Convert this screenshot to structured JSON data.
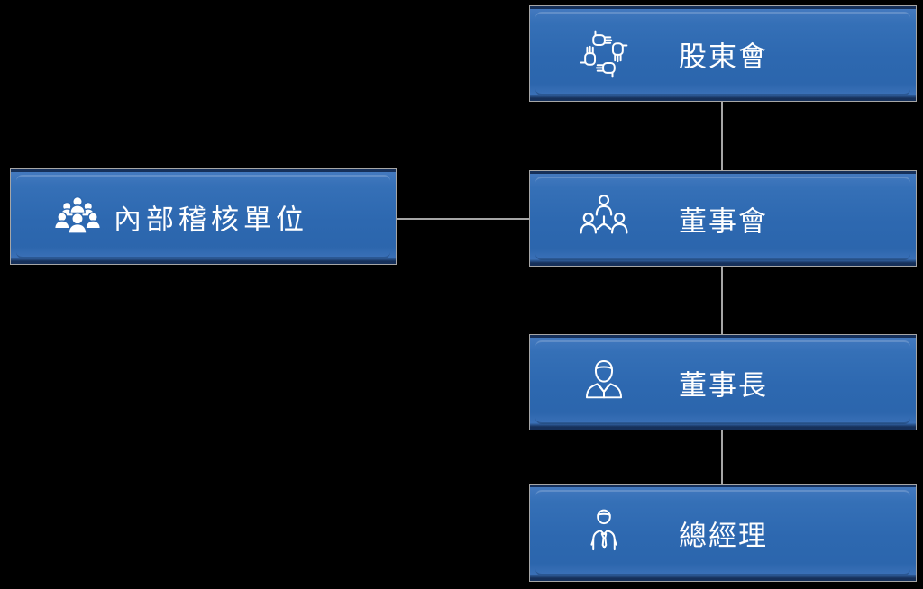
{
  "diagram": {
    "type": "org-chart",
    "background": "#000000",
    "nodes": {
      "shareholders": {
        "label": "股東會",
        "icon": "teamwork-hands-icon"
      },
      "board": {
        "label": "董事會",
        "icon": "meeting-people-icon"
      },
      "chairman": {
        "label": "董事長",
        "icon": "businessman-icon"
      },
      "general_manager": {
        "label": "總經理",
        "icon": "manager-tie-icon"
      },
      "internal_audit": {
        "label": "內部稽核單位",
        "icon": "people-group-icon"
      }
    },
    "edges": [
      {
        "from": "shareholders",
        "to": "board"
      },
      {
        "from": "board",
        "to": "chairman"
      },
      {
        "from": "chairman",
        "to": "general_manager"
      },
      {
        "from": "internal_audit",
        "to": "board"
      }
    ],
    "colors": {
      "node_fill": "#2d68b0",
      "node_fill_light": "#4379bf",
      "node_edge_dark": "#16305a",
      "node_border": "#a6a6a6",
      "connector": "#a6a6a6",
      "text": "#ffffff"
    }
  }
}
